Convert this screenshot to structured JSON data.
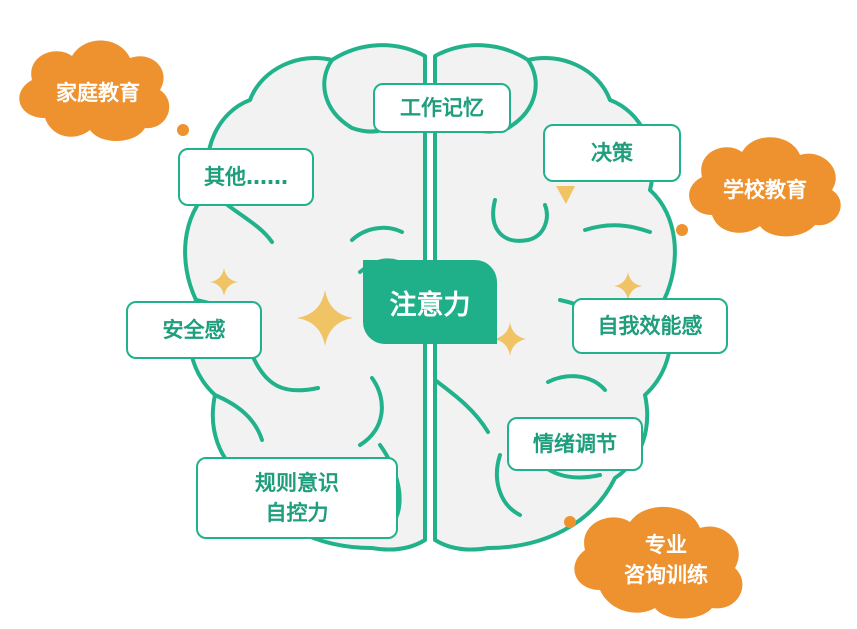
{
  "colors": {
    "green": "#22b28b",
    "green_dark": "#1f9e7d",
    "brain_fill": "#f2f2f2",
    "orange": "#ee922f",
    "sparkle": "#f0c465"
  },
  "center": {
    "label": "注意力"
  },
  "nodes": {
    "working_memory": "工作记忆",
    "decision": "决策",
    "other": "其他……",
    "security": "安全感",
    "self_efficacy": "自我效能感",
    "emotion_regulation": "情绪调节",
    "rules_line1": "规则意识",
    "rules_line2": "自控力"
  },
  "clouds": {
    "family": "家庭教育",
    "school": "学校教育",
    "pro_line1": "专业",
    "pro_line2": "咨询训练"
  }
}
